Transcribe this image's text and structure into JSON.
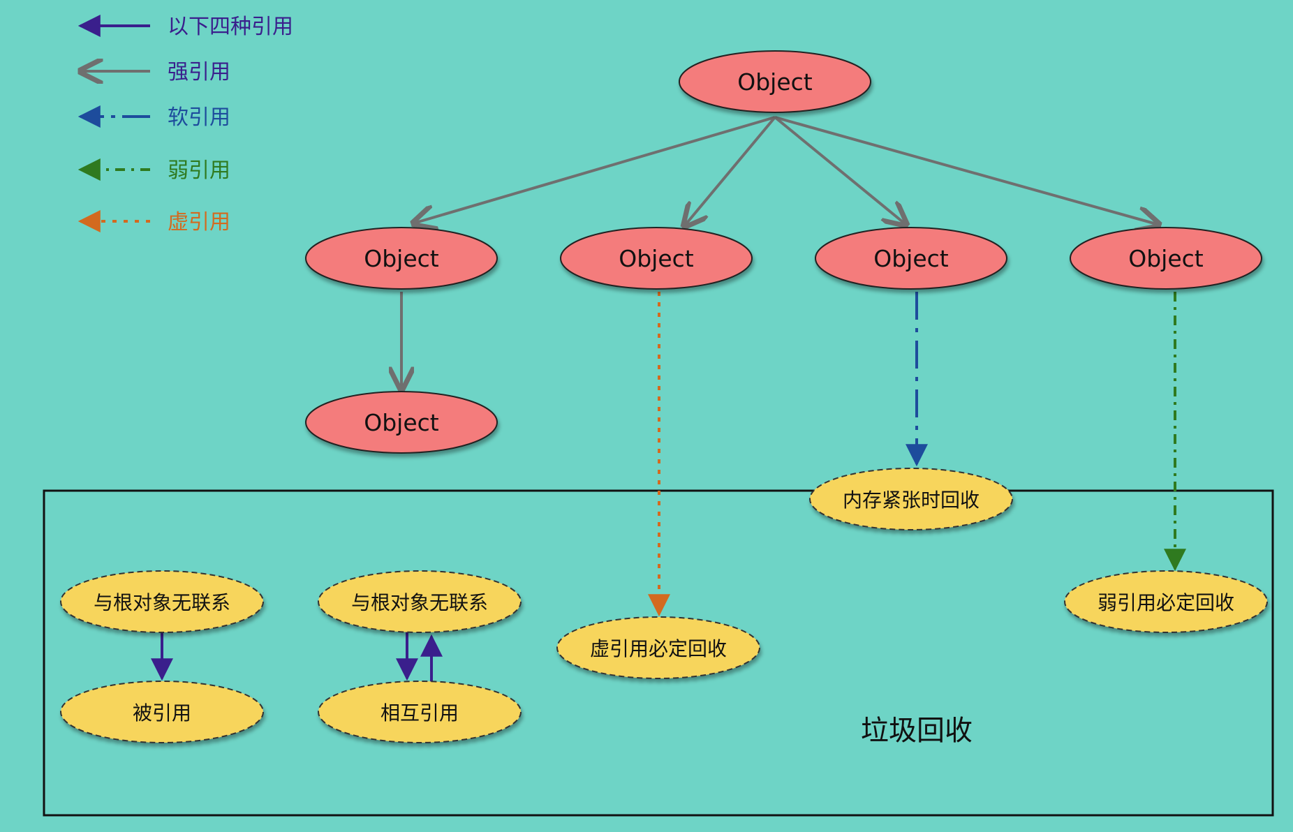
{
  "colors": {
    "background": "#6ed4c6",
    "object_fill": "#f47c7c",
    "gc_fill": "#f7d55c",
    "legend_general": "#3a1f8c",
    "strong_ref": "#6f6f6f",
    "soft_ref": "#1d4c9c",
    "weak_ref": "#2f7a1f",
    "phantom_ref": "#d36a1f"
  },
  "legend": {
    "general": "以下四种引用",
    "strong": "强引用",
    "soft": "软引用",
    "weak": "弱引用",
    "phantom": "虚引用"
  },
  "nodes": {
    "root": "Object",
    "child_strong": "Object",
    "child_phantom": "Object",
    "child_soft": "Object",
    "child_weak": "Object",
    "grandchild": "Object"
  },
  "gc": {
    "title": "垃圾回收",
    "soft_collect": "内存紧张时回收",
    "phantom_collect": "虚引用必定回收",
    "weak_collect": "弱引用必定回收",
    "unlinked_a": "与根对象无联系",
    "referenced": "被引用",
    "unlinked_b": "与根对象无联系",
    "mutual": "相互引用"
  }
}
